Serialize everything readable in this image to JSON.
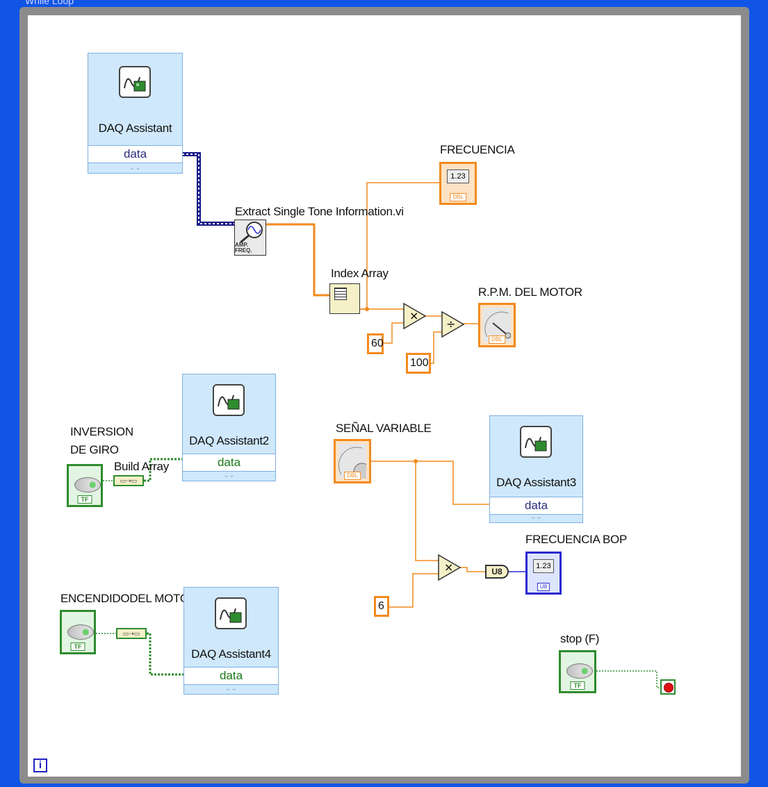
{
  "window": {
    "loop_title": "While Loop"
  },
  "daq_blocks": [
    {
      "title": "DAQ Assistant",
      "output": "data"
    },
    {
      "title": "DAQ Assistant2",
      "output": "data"
    },
    {
      "title": "DAQ Assistant3",
      "output": "data"
    },
    {
      "title": "DAQ Assistant4",
      "output": "data"
    }
  ],
  "nodes": {
    "extract_single_tone": "Extract Single Tone Information.vi",
    "extract_icon_text": "AMP. FREQ.",
    "index_array": "Index Array",
    "build_array": "Build Array",
    "multiply_symbol": "×",
    "divide_symbol": "÷",
    "u8_convert": "U8"
  },
  "indicators": {
    "frecuencia": {
      "label": "FRECUENCIA",
      "display": "1.23",
      "type": "DBL"
    },
    "rpm": {
      "label": "R.P.M. DEL MOTOR",
      "type": "DBL"
    },
    "frecuencia_bop": {
      "label": "FRECUENCIA BOP",
      "display": "1.23",
      "type": "U8"
    }
  },
  "controls": {
    "inversion": {
      "label_line1": "INVERSION",
      "label_line2": "DE GIRO",
      "type": "TF"
    },
    "encendido": {
      "label": "ENCENDIDODEL MOTO",
      "type": "TF"
    },
    "senal_variable": {
      "label": "SEÑAL VARIABLE",
      "type": "DBL"
    },
    "stop": {
      "label": "stop (F)",
      "type": "TF"
    }
  },
  "constants": {
    "c60": "60",
    "c100": "100",
    "c6": "6"
  },
  "loop": {
    "iteration": "i"
  },
  "colors": {
    "orange_wire": "#f28a1e",
    "green_wire": "#2e8b2e",
    "blue_wire": "#2a2ad0",
    "background": "#1155e6"
  }
}
